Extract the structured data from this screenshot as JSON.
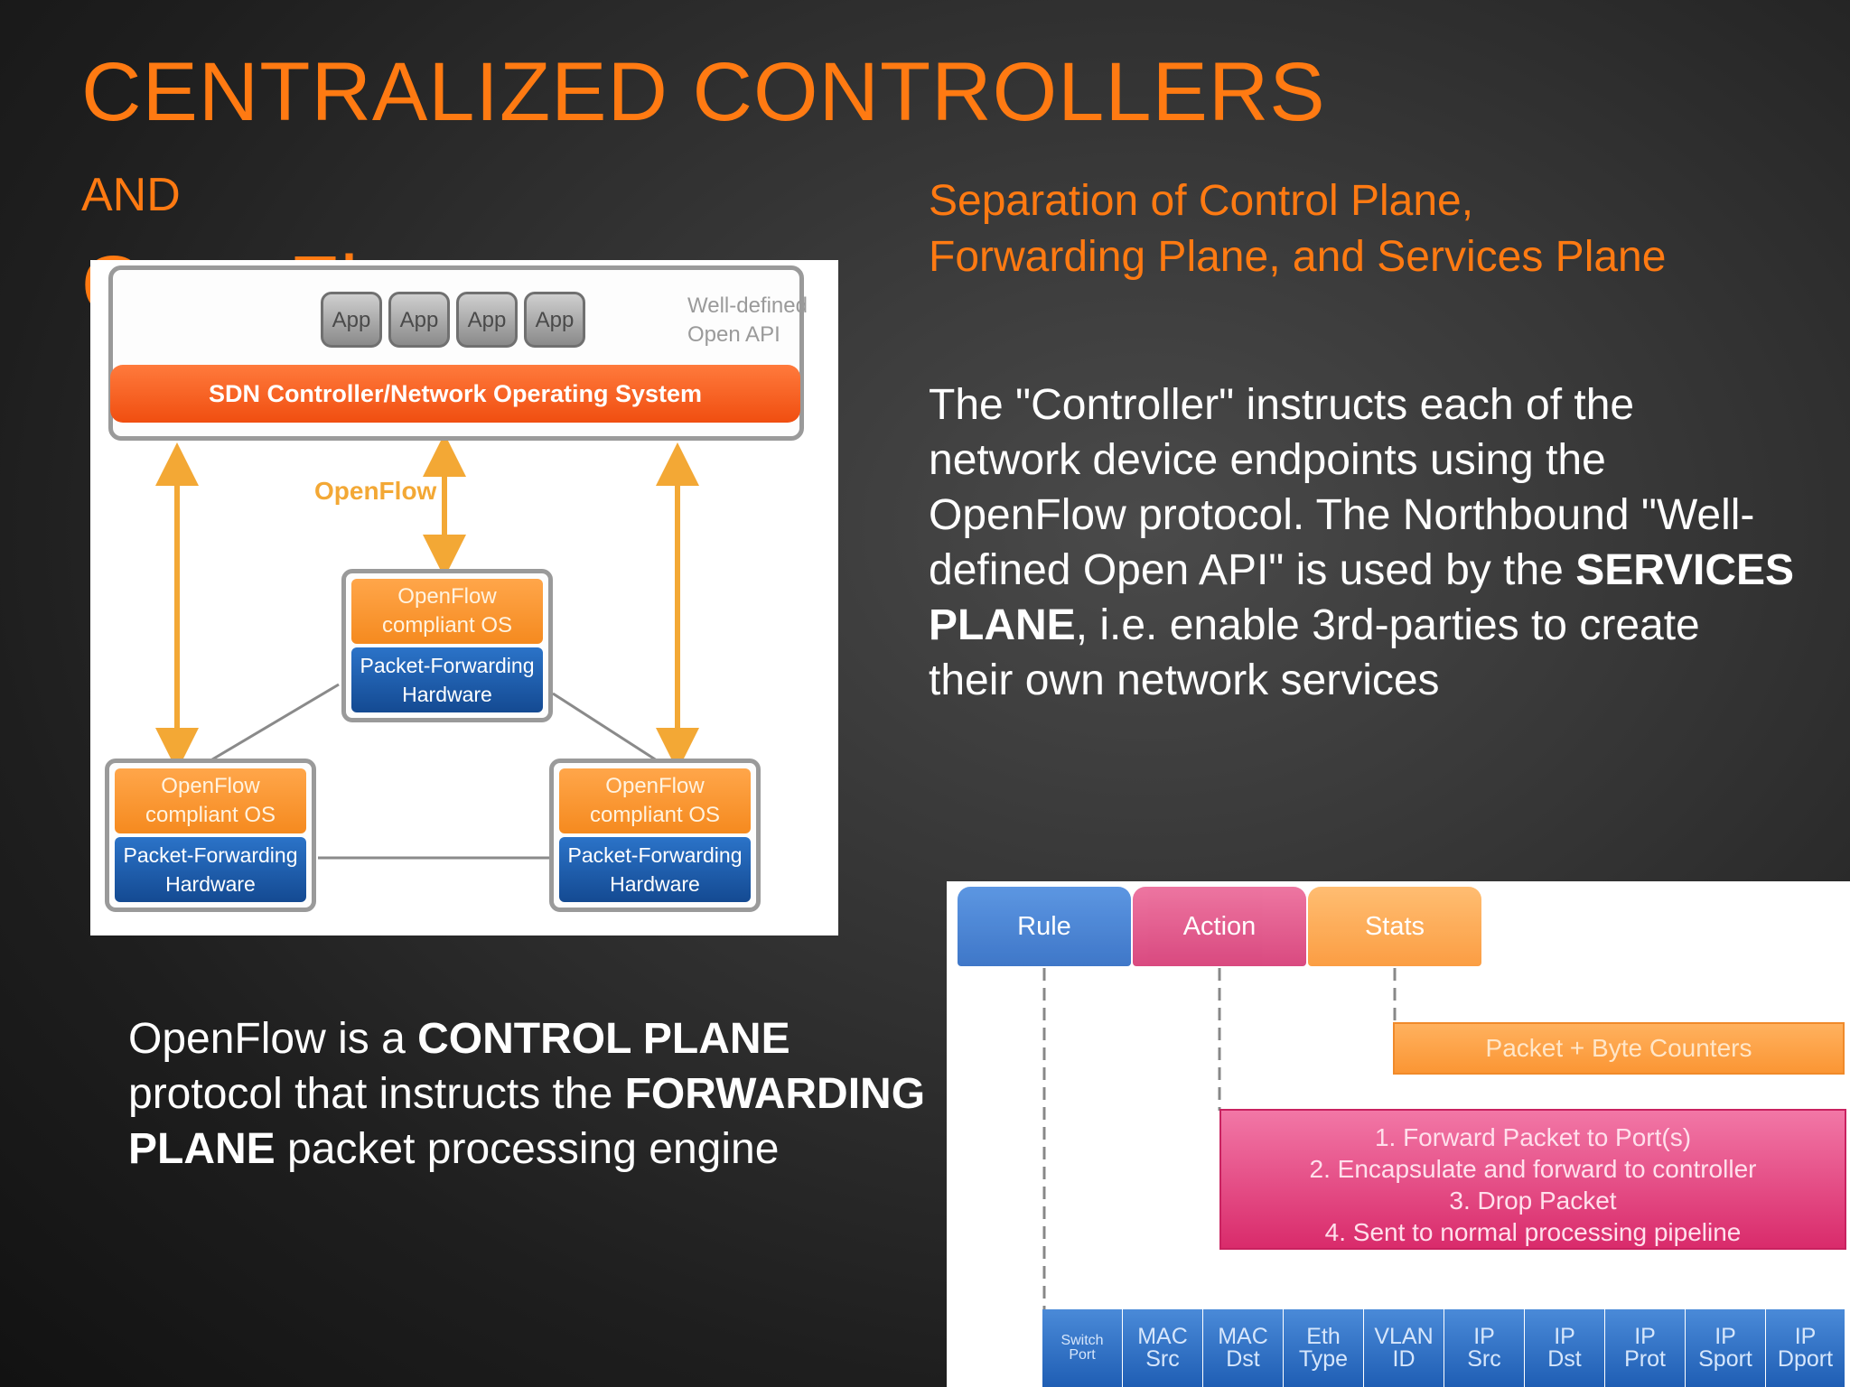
{
  "slide": {
    "title_line1": "CENTRALIZED CONTROLLERS",
    "title_and": "AND",
    "title_line2": "OpenFlow",
    "subtitle_line1": "Separation of Control Plane,",
    "subtitle_line2": "Forwarding Plane, and Services Plane",
    "para_right": {
      "part1": "The \"Controller\" instructs each of the network device endpoints using the OpenFlow protocol.  The Northbound \"Well-defined Open API\" is used by the ",
      "bold": "SERVICES PLANE",
      "part2": ", i.e. enable 3rd-parties to create their own network services"
    },
    "para_left": {
      "part1": "OpenFlow is a ",
      "bold1": "CONTROL PLANE",
      "part2": " protocol that instructs the ",
      "bold2": "FORWARDING PLANE",
      "part3": " packet processing engine"
    }
  },
  "sdn_diagram": {
    "apps": [
      "App",
      "App",
      "App",
      "App"
    ],
    "api_label_line1": "Well-defined",
    "api_label_line2": "Open API",
    "controller_label": "SDN Controller/Network Operating System",
    "openflow_label": "OpenFlow",
    "switch": {
      "os_line1": "OpenFlow",
      "os_line2": "compliant OS",
      "hw_line1": "Packet-Forwarding",
      "hw_line2": "Hardware"
    },
    "colors": {
      "controller": "#f04e10",
      "os": "#f58a1f",
      "hardware": "#144a92",
      "arrow": "#f3a835"
    }
  },
  "flow_diagram": {
    "headers": [
      "Rule",
      "Action",
      "Stats"
    ],
    "counters_label": "Packet + Byte Counters",
    "actions": [
      "1.  Forward Packet to Port(s)",
      "2.  Encapsulate and forward to controller",
      "3.  Drop Packet",
      "4.  Sent to normal processing pipeline"
    ],
    "fields": [
      [
        "Switch",
        "Port"
      ],
      [
        "MAC",
        "Src"
      ],
      [
        "MAC",
        "Dst"
      ],
      [
        "Eth",
        "Type"
      ],
      [
        "VLAN",
        "ID"
      ],
      [
        "IP",
        "Src"
      ],
      [
        "IP",
        "Dst"
      ],
      [
        "IP",
        "Prot"
      ],
      [
        "IP",
        "Sport"
      ],
      [
        "IP",
        "Dport"
      ]
    ],
    "colors": {
      "rule": "#2f6cc4",
      "action": "#d63a75",
      "stats": "#fb9634"
    }
  }
}
